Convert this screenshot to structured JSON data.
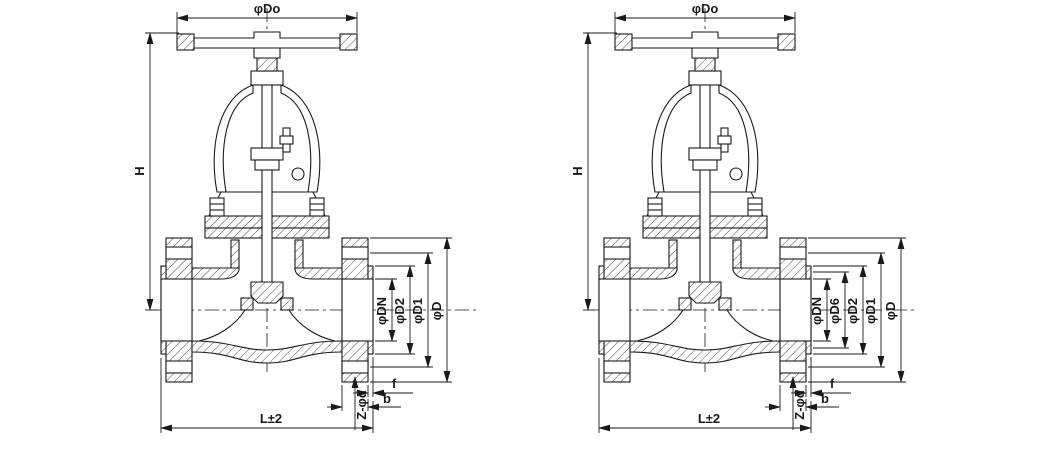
{
  "diagram": {
    "colors": {
      "line": "#1a1a1a",
      "background": "#ffffff"
    },
    "valve_left": {
      "dim_do": "φDo",
      "dim_h": "H",
      "dim_dn": "φDN",
      "dim_d2": "φD2",
      "dim_d1": "φD1",
      "dim_d": "φD",
      "dim_zd": "Z-φd",
      "dim_b": "b",
      "dim_f": "f",
      "dim_l": "L±2"
    },
    "valve_right": {
      "dim_do": "φDo",
      "dim_h": "H",
      "dim_dn": "φDN",
      "dim_d6": "φD6",
      "dim_d2": "φD2",
      "dim_d1": "φD1",
      "dim_d": "φD",
      "dim_zd": "Z-φd",
      "dim_b": "b",
      "dim_f": "f",
      "dim_l": "L±2"
    }
  }
}
